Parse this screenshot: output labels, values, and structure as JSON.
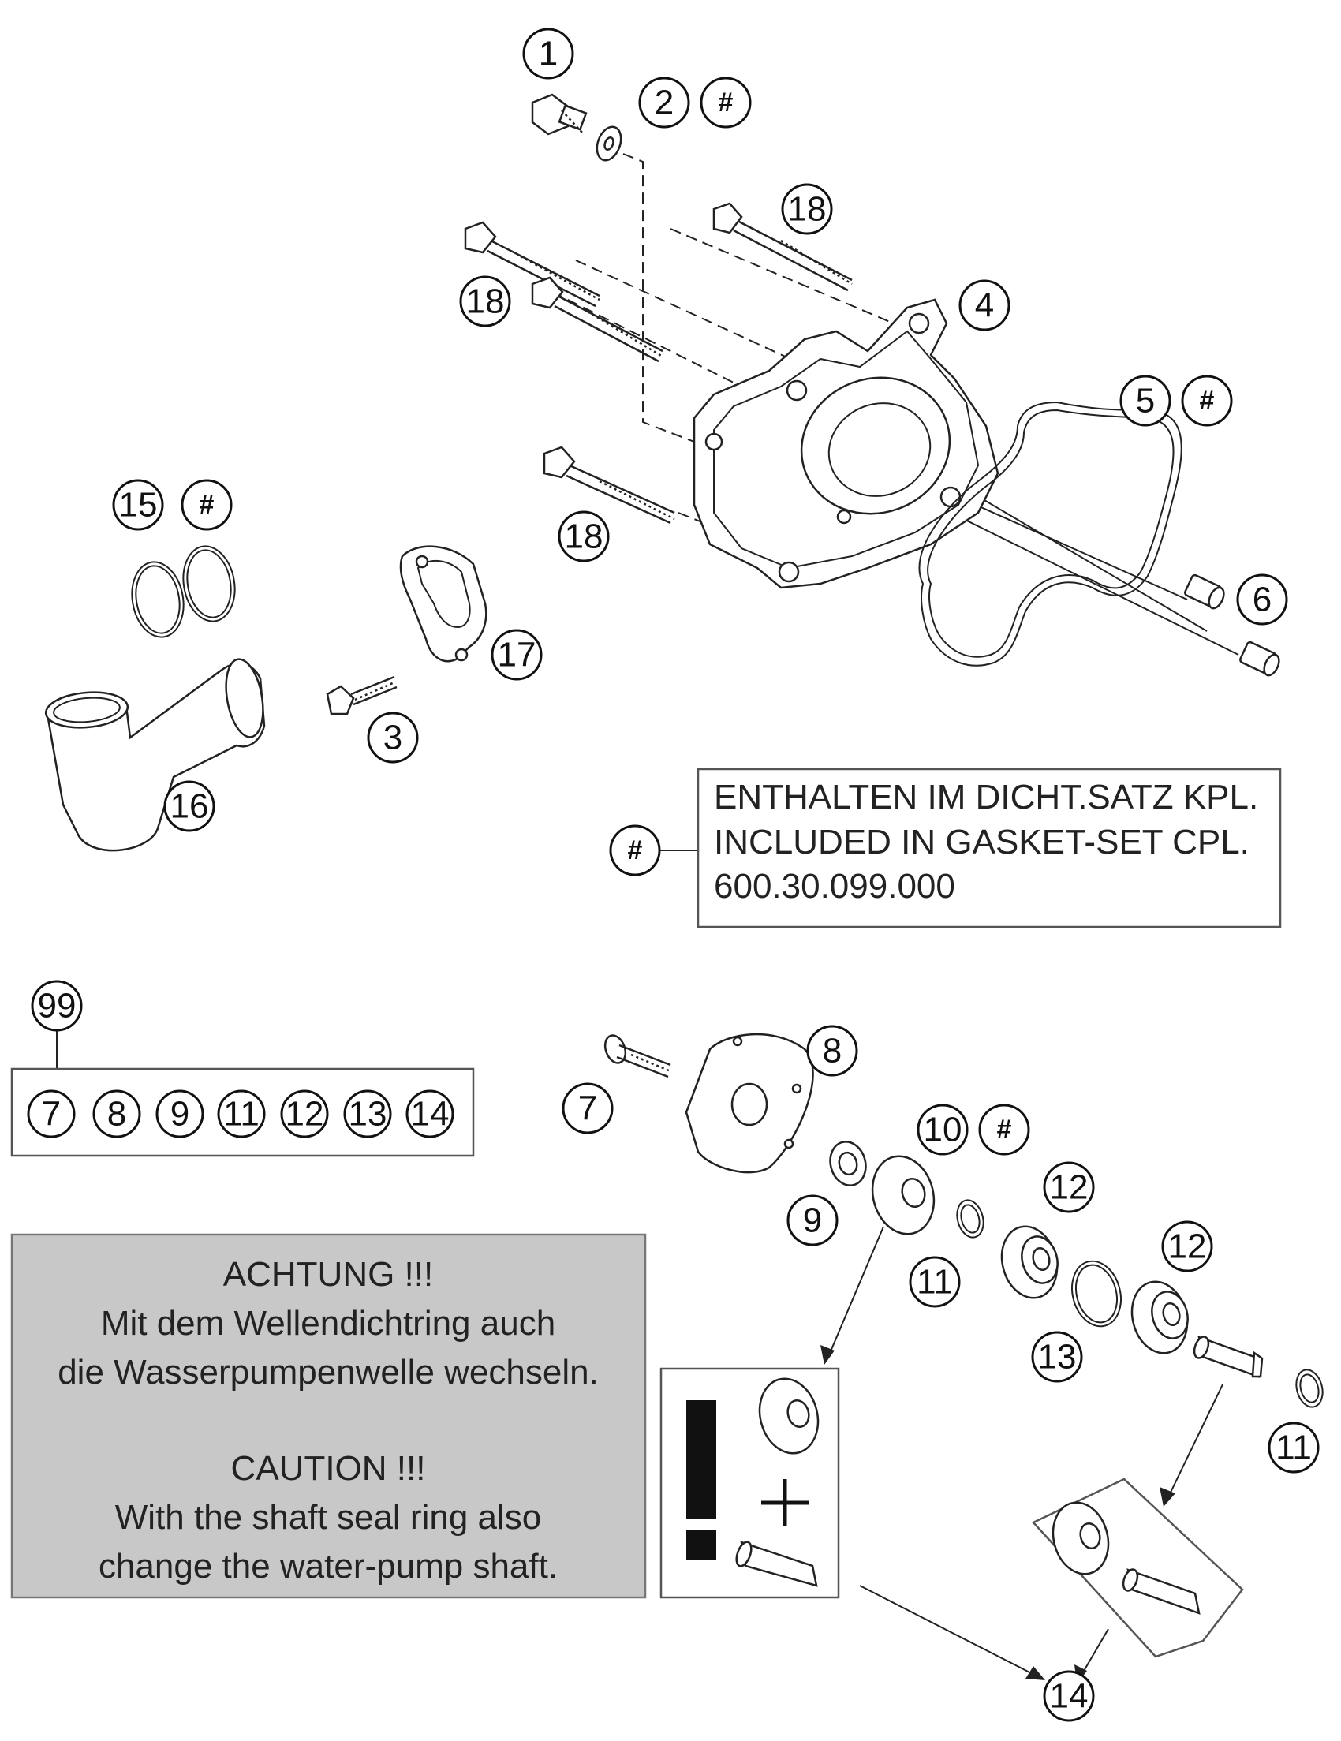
{
  "callouts": {
    "c1": "1",
    "c2": "2",
    "c3": "3",
    "c4": "4",
    "c5": "5",
    "c6": "6",
    "c7": "7",
    "c8": "8",
    "c9": "9",
    "c10": "10",
    "c11": "11",
    "c12": "12",
    "c13": "13",
    "c14": "14",
    "c15": "15",
    "c16": "16",
    "c17": "17",
    "c18": "18",
    "c99": "99",
    "hash": "#"
  },
  "gasket_note": {
    "line1": "ENTHALTEN IM DICHT.SATZ KPL.",
    "line2": "INCLUDED IN GASKET-SET CPL.",
    "line3": "600.30.099.000"
  },
  "warning": {
    "de_title": "ACHTUNG !!!",
    "de_line1": "Mit dem Wellendichtring auch",
    "de_line2": "die Wasserpumpenwelle wechseln.",
    "en_title": "CAUTION !!!",
    "en_line1": "With the shaft seal ring also",
    "en_line2": "change the water-pump shaft."
  },
  "colors": {
    "line": "#222222",
    "note_background": "#c8c8c8",
    "background": "#ffffff"
  }
}
